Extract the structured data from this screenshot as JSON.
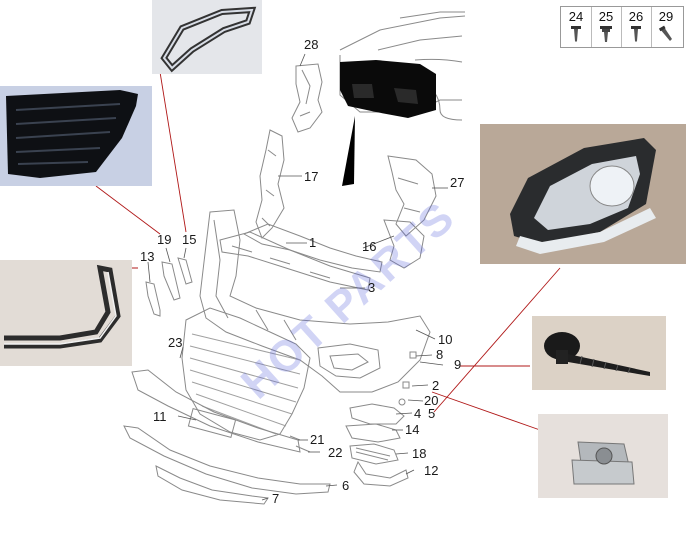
{
  "watermark": "HOT PARTS",
  "callouts": {
    "p1": "1",
    "p2": "2",
    "p3": "3",
    "p4": "4",
    "p5": "5",
    "p6": "6",
    "p7": "7",
    "p8": "8",
    "p9": "9",
    "p10": "10",
    "p11": "11",
    "p12": "12",
    "p13": "13",
    "p14": "14",
    "p15": "15",
    "p16": "16",
    "p17": "17",
    "p18": "18",
    "p19": "19",
    "p20": "20",
    "p21": "21",
    "p22": "22",
    "p23": "23",
    "p27": "27",
    "p28": "28"
  },
  "fasteners": [
    {
      "number": "24",
      "icon": "screw-icon"
    },
    {
      "number": "25",
      "icon": "bolt-washer-icon"
    },
    {
      "number": "26",
      "icon": "screw-icon"
    },
    {
      "number": "29",
      "icon": "tapping-screw-icon"
    }
  ],
  "photos": {
    "chrome_trim_top": "chrome-trim-frame-photo",
    "grille_insert": "black-grille-insert-photo",
    "chrome_corner_trim": "chrome-corner-trim-photo",
    "fog_lamp": "fog-drl-lamp-photo",
    "screw": "black-screw-photo",
    "clip": "spring-nut-clip-photo",
    "car_silhouette": "car-front-outline"
  },
  "colors": {
    "line_art": "#8a8a8a",
    "leader_red": "#b01818",
    "watermark": "#5a64dc",
    "highlight": "#000000"
  }
}
